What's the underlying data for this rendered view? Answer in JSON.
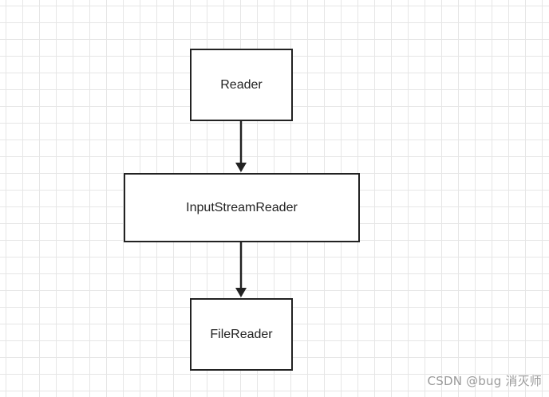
{
  "diagram": {
    "nodes": [
      {
        "id": "reader",
        "label": "Reader"
      },
      {
        "id": "inputstreamreader",
        "label": "InputStreamReader"
      },
      {
        "id": "filereader",
        "label": "FileReader"
      }
    ],
    "edges": [
      {
        "from": "reader",
        "to": "inputstreamreader"
      },
      {
        "from": "inputstreamreader",
        "to": "filereader"
      }
    ]
  },
  "watermark": {
    "text": "CSDN @bug 消灭师"
  },
  "colors": {
    "stroke": "#222222",
    "grid": "#e6e6e6",
    "watermark": "#9a9a9a",
    "background": "#ffffff"
  }
}
